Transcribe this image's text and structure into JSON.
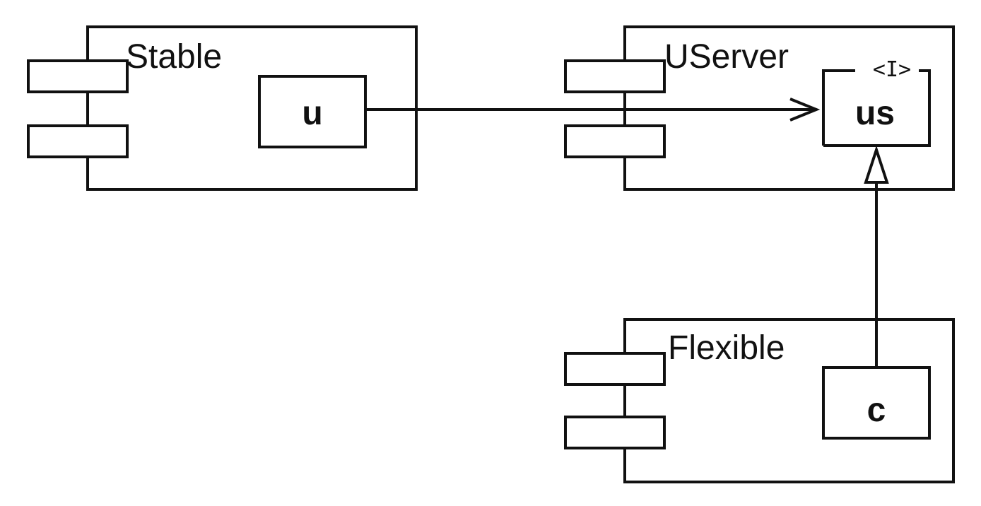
{
  "components": {
    "stable": {
      "name": "Stable",
      "part": "u"
    },
    "userver": {
      "name": "UServer",
      "part": "us",
      "stereotype": "<I>"
    },
    "flexible": {
      "name": "Flexible",
      "part": "c"
    }
  },
  "connectors": [
    {
      "from": "u",
      "to": "us",
      "kind": "dependency"
    },
    {
      "from": "c",
      "to": "us",
      "kind": "realization"
    }
  ]
}
